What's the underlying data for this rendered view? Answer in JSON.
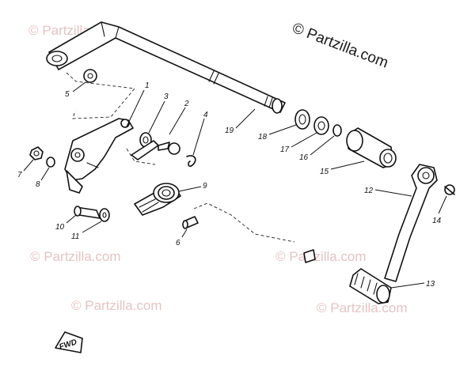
{
  "copyright_text": "© Partzilla.com",
  "watermark_text": "© Partzilla.com",
  "fwd_label": "FWD",
  "callouts": {
    "c1": "1",
    "c2": "2",
    "c3": "3",
    "c4": "4",
    "c5": "5",
    "c6": "6",
    "c7": "7",
    "c8": "8",
    "c9": "9",
    "c10": "10",
    "c11": "11",
    "c12": "12",
    "c13": "13",
    "c14": "14",
    "c15": "15",
    "c16": "16",
    "c17": "17",
    "c18": "18",
    "c19": "19"
  },
  "colors": {
    "line": "#111111",
    "watermark": "#e2b9b9",
    "background": "#ffffff"
  }
}
